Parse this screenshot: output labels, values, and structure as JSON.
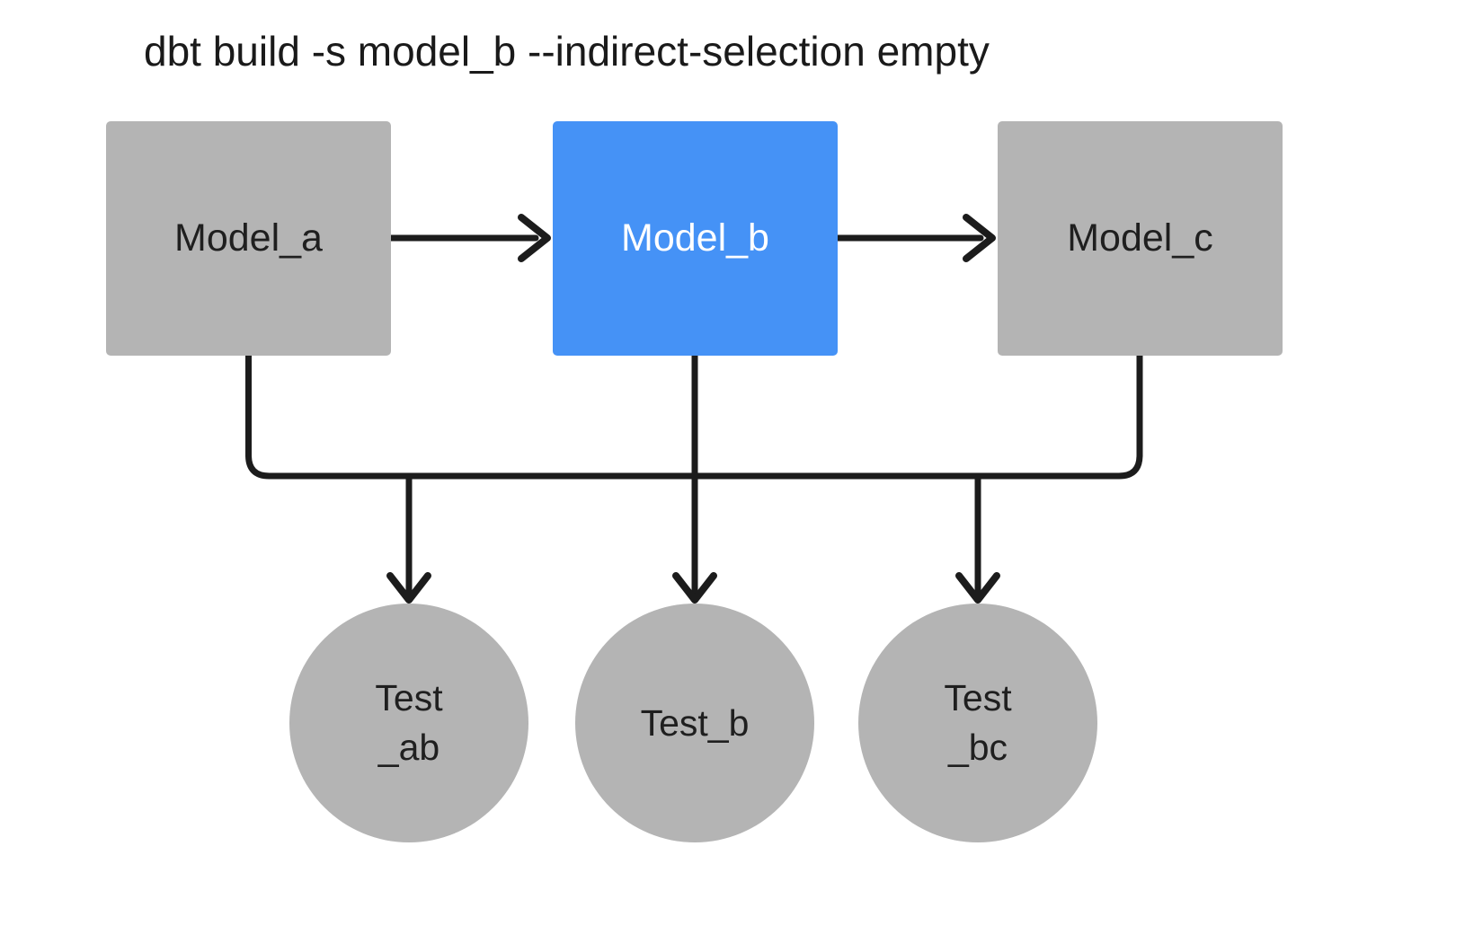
{
  "title": "dbt build -s model_b --indirect-selection empty",
  "diagram": {
    "nodes": {
      "model_a": {
        "label": "Model_a",
        "type": "model",
        "shape": "rect",
        "fill": "#b4b4b4",
        "text_color": "#1f1f1f",
        "selected": false
      },
      "model_b": {
        "label": "Model_b",
        "type": "model",
        "shape": "rect",
        "fill": "#4592f6",
        "text_color": "#ffffff",
        "selected": true
      },
      "model_c": {
        "label": "Model_c",
        "type": "model",
        "shape": "rect",
        "fill": "#b4b4b4",
        "text_color": "#1f1f1f",
        "selected": false
      },
      "test_ab": {
        "label": "Test _ab",
        "lines": [
          "Test",
          "_ab"
        ],
        "type": "test",
        "shape": "circle",
        "fill": "#b4b4b4",
        "text_color": "#1f1f1f"
      },
      "test_b": {
        "label": "Test_b",
        "lines": [
          "Test_b"
        ],
        "type": "test",
        "shape": "circle",
        "fill": "#b4b4b4",
        "text_color": "#1f1f1f"
      },
      "test_bc": {
        "label": "Test _bc",
        "lines": [
          "Test",
          "_bc"
        ],
        "type": "test",
        "shape": "circle",
        "fill": "#b4b4b4",
        "text_color": "#1f1f1f"
      }
    },
    "edges": [
      {
        "from": "model_a",
        "to": "model_b"
      },
      {
        "from": "model_b",
        "to": "model_c"
      },
      {
        "from": "model_a",
        "to": "test_ab"
      },
      {
        "from": "model_b",
        "to": "test_ab"
      },
      {
        "from": "model_b",
        "to": "test_b"
      },
      {
        "from": "model_b",
        "to": "test_bc"
      },
      {
        "from": "model_c",
        "to": "test_bc"
      }
    ],
    "edge_color": "#1c1c1c",
    "background": "#ffffff"
  }
}
